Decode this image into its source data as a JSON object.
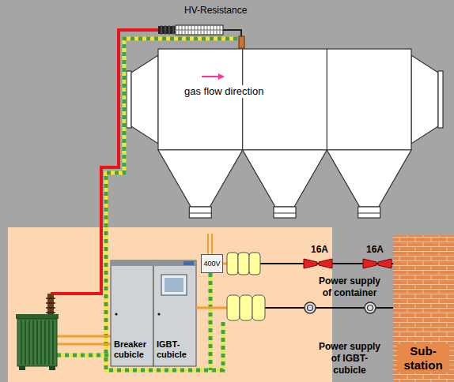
{
  "diagram": {
    "nodes": [
      {
        "text": [
          "HV-Resistance"
        ]
      },
      {
        "text": [
          "gas flow direction"
        ]
      },
      {
        "text": [
          "400V"
        ]
      },
      {
        "text": [
          "Breaker cubicle"
        ]
      },
      {
        "text": [
          "IGBT- cubicle"
        ]
      },
      {
        "text": [
          "Sub- station"
        ]
      }
    ],
    "edges": [
      {
        "from": 0,
        "to": 1,
        "arrow": "none"
      },
      {
        "from": 5,
        "to": 2,
        "arrow": "none"
      },
      {
        "from": 5,
        "to": 4,
        "arrow": "none"
      }
    ],
    "labels": [
      "16A",
      "16A",
      "Power supply of container",
      "Power supply of IGBT- cubicle"
    ]
  }
}
